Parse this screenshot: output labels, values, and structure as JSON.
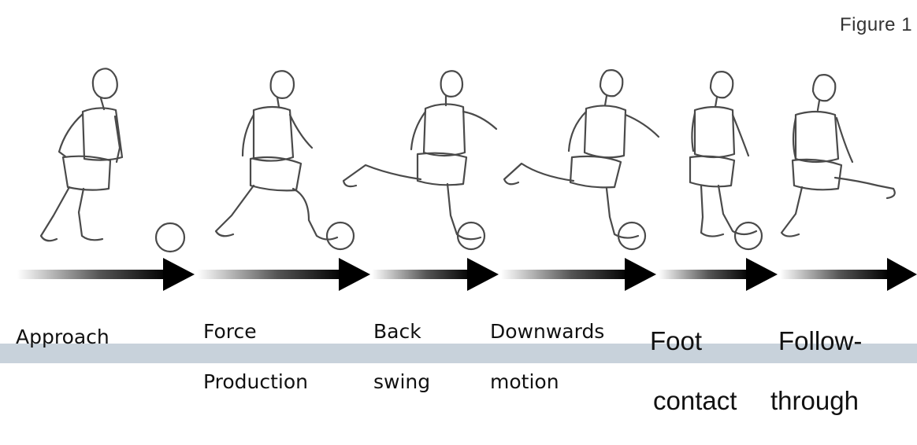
{
  "figure_label": "Figure 1",
  "stages": [
    {
      "id": "approach",
      "line1": "Approach",
      "line2": ""
    },
    {
      "id": "force-production",
      "line1": "Force",
      "line2": "Production"
    },
    {
      "id": "back-swing",
      "line1": "Back",
      "line2": "swing"
    },
    {
      "id": "downwards-motion",
      "line1": "Downwards",
      "line2": "motion"
    },
    {
      "id": "foot-contact",
      "line1": "Foot",
      "line2": "contact"
    },
    {
      "id": "follow-through",
      "line1": "Follow-",
      "line2": "through"
    }
  ],
  "colors": {
    "sketch": "#4a4a4a",
    "arrow_head": "#000000",
    "arrow_fade": "#ffffff",
    "band": "#c8d2db"
  }
}
